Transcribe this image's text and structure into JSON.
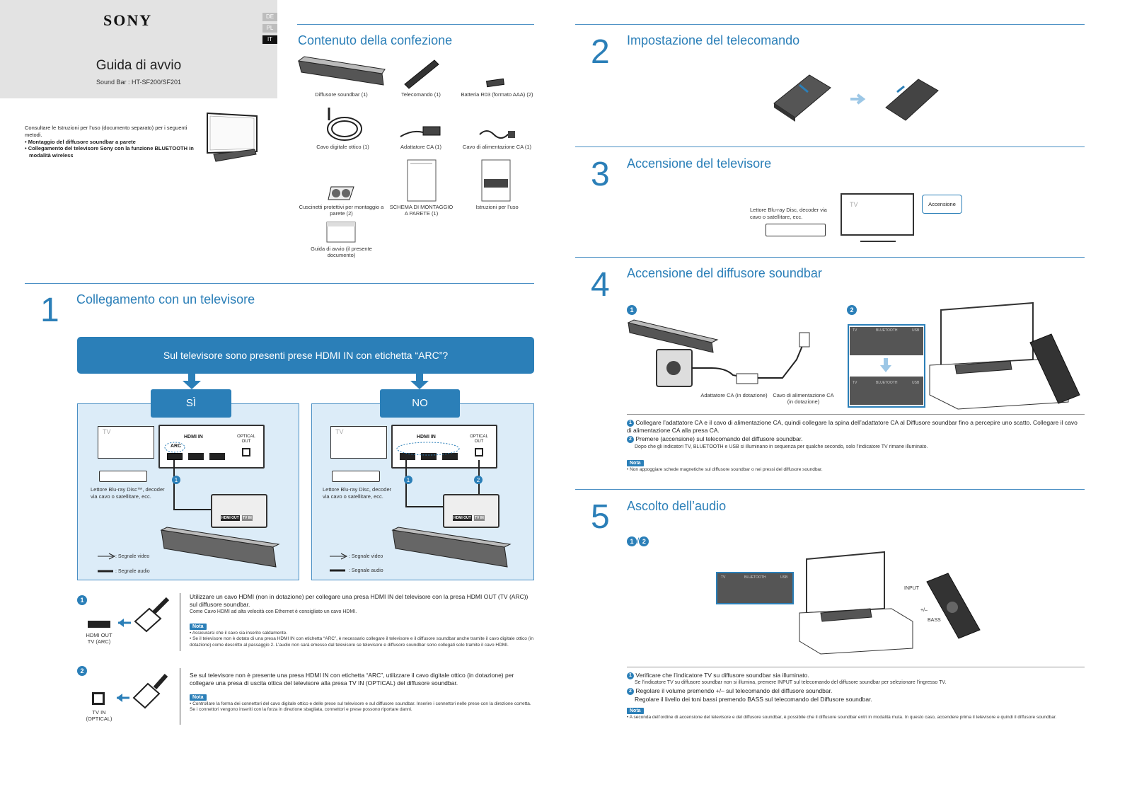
{
  "cover": {
    "brand": "SONY",
    "languages": [
      "DE",
      "PL",
      "IT"
    ],
    "title": "Guida di avvio",
    "subtitle": "Sound Bar : HT-SF200/SF201",
    "intro": "Consultare le Istruzioni per l’uso (documento separato) per i seguenti metodi.",
    "bullets": [
      "• Montaggio del diffusore soundbar a parete",
      "• Collegamento del televisore Sony con la funzione BLUETOOTH in modalità wireless"
    ]
  },
  "contents": {
    "title": "Contenuto della confezione",
    "items": [
      "Diffusore soundbar (1)",
      "Telecomando (1)",
      "Batteria R03 (formato AAA) (2)",
      "Cavo digitale ottico (1)",
      "Adattatore CA (1)",
      "Cavo di alimentazione CA (1)",
      "Cuscinetti protettivi per montaggio a parete (2)",
      "SCHEMA DI MONTAGGIO A PARETE (1)",
      "Istruzioni per l’uso",
      "Guida di avvio (il presente documento)"
    ]
  },
  "section1": {
    "num": "1",
    "title": "Collegamento con un televisore",
    "question": "Sul televisore sono presenti prese HDMI IN con etichetta “ARC”?",
    "yes": "SÌ",
    "no": "NO",
    "tv": "TV",
    "hdmi_in": "HDMI IN",
    "arc": "ARC",
    "optical_out": "OPTICAL OUT",
    "hdmi_out_label": "HDMI OUT",
    "tv_arc_label": "TV (ARC)",
    "tv_in_label": "TV IN",
    "optical_label": "OPTICAL",
    "player_yes": "Lettore Blu-ray Disc™, decoder via cavo o satellitare, ecc.",
    "player_no": "Lettore Blu-ray Disc, decoder via cavo o satellitare, ecc.",
    "legend_video": ": Segnale video",
    "legend_audio": ": Segnale audio",
    "step1_label": "HDMI OUT TV (ARC)",
    "step1_text": "Utilizzare un cavo HDMI (non in dotazione) per collegare una presa HDMI IN del televisore con la presa HDMI OUT (TV (ARC)) sul diffusore soundbar.",
    "step1_sub": "Come Cavo HDMI ad alta velocità con Ethernet è consigliato un cavo HDMI.",
    "nota": "Nota",
    "step1_notes": [
      "• Assicurarsi che il cavo sia inserito saldamente.",
      "• Se il televisore non è dotato di una presa HDMI IN con etichetta “ARC”, è necessario collegare il televisore e il diffusore soundbar anche tramite il cavo digitale ottico (in dotazione) come descritto al passaggio 2. L’audio non sarà emesso dal televisore se televisore e diffusore soundbar sono collegati solo tramite il cavo HDMI."
    ],
    "step2_label": "TV IN (OPTICAL)",
    "step2_text": "Se sul televisore non è presente una presa HDMI IN con etichetta “ARC”, utilizzare il cavo digitale ottico (in dotazione) per collegare una presa di uscita ottica del televisore alla presa TV IN (OPTICAL) del diffusore soundbar.",
    "step2_notes": [
      "• Controllare la forma dei connettori del cavo digitale ottico e delle prese sul televisore e sul diffusore soundbar. Inserire i connettori nelle prese con la direzione corretta. Se i connettori vengono inseriti con la forza in direzione sbagliata, connettori e prese possono riportare danni."
    ]
  },
  "section2": {
    "num": "2",
    "title": "Impostazione del telecomando"
  },
  "section3": {
    "num": "3",
    "title": "Accensione del televisore",
    "tv": "TV",
    "player": "Lettore Blu-ray Disc, decoder via cavo o satellitare, ecc.",
    "callout": "Accensione"
  },
  "section4": {
    "num": "4",
    "title": "Accensione del diffusore soundbar",
    "adapter": "Adattatore CA (in dotazione)",
    "cord": "Cavo di alimentazione CA (in dotazione)",
    "indicators": [
      "TV",
      "BLUETOOTH",
      "USB"
    ],
    "inst1": "Collegare l’adattatore CA e il cavo di alimentazione CA, quindi collegare la spina dell’adattatore CA al Diffusore soundbar fino a percepire uno scatto. Collegare il cavo di alimentazione CA alla presa CA.",
    "inst2": "Premere (accensione) sul telecomando del diffusore soundbar.",
    "inst2_sub": "Dopo che gli indicatori TV, BLUETOOTH e USB si illuminano in sequenza per qualche secondo, solo l’indicatore TV rimane illuminato.",
    "note": "• Non appoggiare schede magnetiche sul diffusore soundbar o nei pressi del diffusore soundbar."
  },
  "section5": {
    "num": "5",
    "title": "Ascolto dell’audio",
    "input": "INPUT",
    "vol": "+/–",
    "bass": "BASS",
    "inst1": "Verificare che l’indicatore TV su diffusore soundbar sia illuminato.",
    "inst1_sub": "Se l’indicatore TV su diffusore soundbar non si illumina, premere INPUT sul telecomando del diffusore soundbar per selezionare l’ingresso TV.",
    "inst2": "Regolare il volume premendo +/– sul telecomando del diffusore soundbar.",
    "inst2_sub": "Regolare il livello dei toni bassi premendo BASS sul telecomando del Diffusore soundbar.",
    "note": "• A seconda dell’ordine di accensione del televisore e del diffusore soundbar, è possibile che il diffusore soundbar entri in modalità muta. In questo caso, accendere prima il televisore e quindi il diffusore soundbar."
  }
}
